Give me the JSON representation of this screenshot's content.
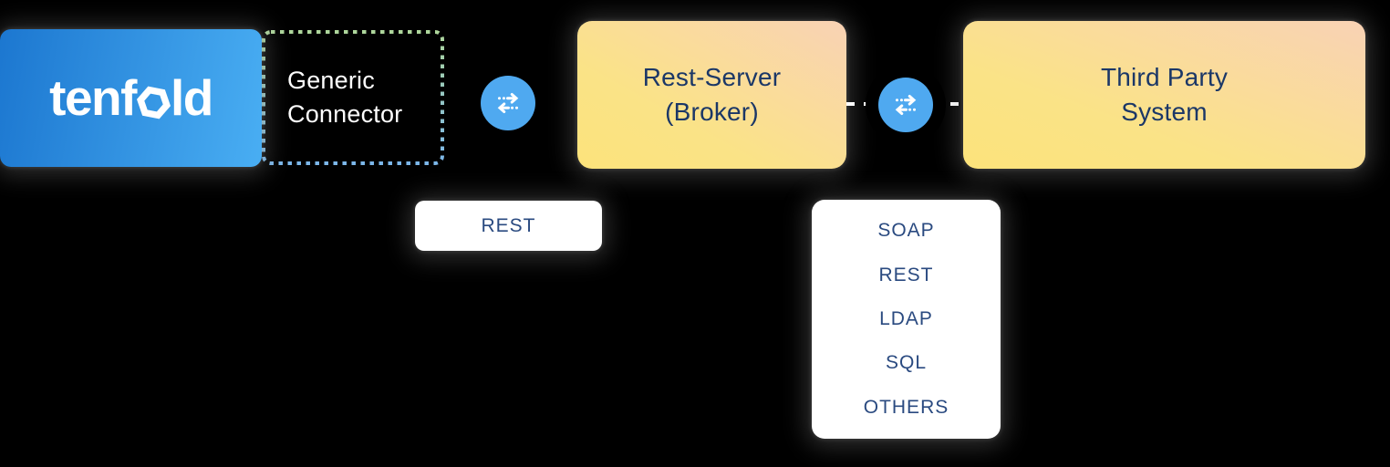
{
  "diagram": {
    "background": "#000000",
    "tenfold": {
      "wordmark_pre": "tenf",
      "wordmark_post": "ld"
    },
    "generic_connector": {
      "line1": "Generic",
      "line2": "Connector"
    },
    "rest_server": {
      "line1": "Rest-Server",
      "line2": "(Broker)"
    },
    "third_party": {
      "line1": "Third Party",
      "line2": "System"
    },
    "rest_badge": {
      "label": "REST"
    },
    "protocols": {
      "items": [
        "SOAP",
        "REST",
        "LDAP",
        "SQL",
        "OTHERS"
      ]
    },
    "icons": {
      "sync": "sync-arrows-icon",
      "hexagon": "hexagon-nut-icon"
    },
    "colors": {
      "tenfold_gradient_start": "#1c77d0",
      "tenfold_gradient_end": "#49aef3",
      "dotted_border_top": "#aed69b",
      "dotted_border_bottom": "#7cb7ea",
      "warm_gradient_start": "#fce37b",
      "warm_gradient_end": "#f9d2b5",
      "sync_circle_blue": "#4fa9f0",
      "navy_text": "#1b3767",
      "card_text": "#2a4a80",
      "connector_text": "#ffffff"
    }
  }
}
